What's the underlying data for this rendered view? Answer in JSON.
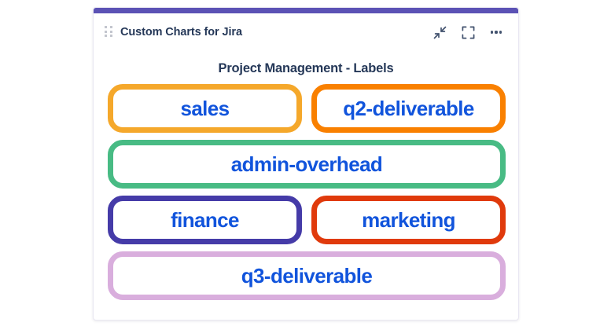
{
  "card": {
    "accent_color": "#5b52b5",
    "header": {
      "title": "Custom Charts for Jira",
      "drag_handle_icon": "drag-dots-icon",
      "actions": [
        {
          "icon": "collapse-icon",
          "label": "Collapse"
        },
        {
          "icon": "expand-fullscreen-icon",
          "label": "Expand"
        },
        {
          "icon": "more-options-icon",
          "label": "More"
        }
      ]
    },
    "chart": {
      "title": "Project Management - Labels",
      "label_text_color": "#1154dc"
    }
  },
  "chart_data": {
    "type": "bar",
    "title": "Project Management - Labels",
    "xlabel": "",
    "ylabel": "",
    "orientation": "horizontal",
    "layout": "wrapped-pill-rows",
    "legend": "none",
    "grid": false,
    "categories": [
      "sales",
      "q2-deliverable",
      "admin-overhead",
      "finance",
      "marketing",
      "q3-deliverable"
    ],
    "values": [
      1,
      1,
      2,
      1,
      1,
      2
    ],
    "rows": [
      {
        "items": [
          {
            "label": "sales",
            "color": "#f5a82b",
            "flex": 1
          },
          {
            "label": "q2-deliverable",
            "color": "#f98000",
            "flex": 1
          }
        ]
      },
      {
        "items": [
          {
            "label": "admin-overhead",
            "color": "#48bb84",
            "flex": 2
          }
        ]
      },
      {
        "items": [
          {
            "label": "finance",
            "color": "#453ba8",
            "flex": 1
          },
          {
            "label": "marketing",
            "color": "#e03a0c",
            "flex": 1
          }
        ]
      },
      {
        "items": [
          {
            "label": "q3-deliverable",
            "color": "#d9aedd",
            "flex": 2
          }
        ]
      }
    ]
  }
}
